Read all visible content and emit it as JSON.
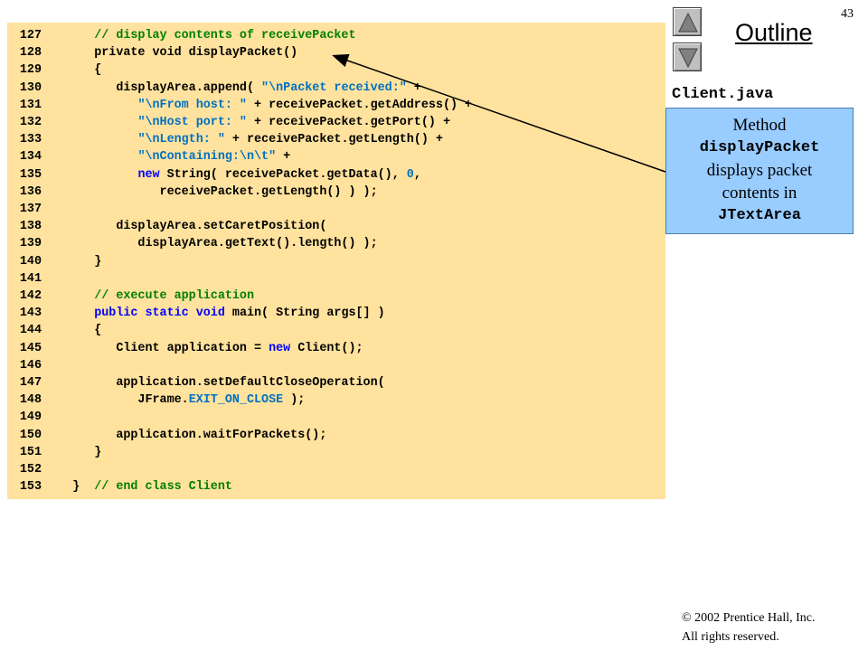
{
  "slide": {
    "number": "43",
    "outline_label": "Outline",
    "file_name": "Client.java",
    "copyright": "© 2002 Prentice Hall, Inc.",
    "rights": "All rights reserved."
  },
  "callout": {
    "line1": "Method",
    "line2": "displayPacket",
    "line3": "displays packet",
    "line4": "contents in",
    "line5": "JTextArea"
  },
  "icons": {
    "prev": "up-triangle-icon",
    "next": "down-triangle-icon"
  },
  "colors": {
    "code_background": "#ffe29e",
    "callout_background": "#99ccff",
    "comment": "#008000",
    "keyword": "#0000ff",
    "string": "#0070c0"
  },
  "code_lines": [
    {
      "num": "127",
      "tokens": [
        {
          "t": "      "
        },
        {
          "t": "// display contents of receivePacket",
          "c": "comment"
        }
      ]
    },
    {
      "num": "128",
      "tokens": [
        {
          "t": "      private void displayPacket()"
        }
      ]
    },
    {
      "num": "129",
      "tokens": [
        {
          "t": "      {"
        }
      ]
    },
    {
      "num": "130",
      "tokens": [
        {
          "t": "         displayArea.append( "
        },
        {
          "t": "\"\\nPacket received:\"",
          "c": "string"
        },
        {
          "t": " +"
        }
      ]
    },
    {
      "num": "131",
      "tokens": [
        {
          "t": "            "
        },
        {
          "t": "\"\\nFrom host: \"",
          "c": "string"
        },
        {
          "t": " + receivePacket.getAddress() +"
        }
      ]
    },
    {
      "num": "132",
      "tokens": [
        {
          "t": "            "
        },
        {
          "t": "\"\\nHost port: \"",
          "c": "string"
        },
        {
          "t": " + receivePacket.getPort() +"
        }
      ]
    },
    {
      "num": "133",
      "tokens": [
        {
          "t": "            "
        },
        {
          "t": "\"\\nLength: \"",
          "c": "string"
        },
        {
          "t": " + receivePacket.getLength() +"
        }
      ]
    },
    {
      "num": "134",
      "tokens": [
        {
          "t": "            "
        },
        {
          "t": "\"\\nContaining:\\n\\t\"",
          "c": "string"
        },
        {
          "t": " +"
        }
      ]
    },
    {
      "num": "135",
      "tokens": [
        {
          "t": "            "
        },
        {
          "t": "new",
          "c": "keyword"
        },
        {
          "t": " String( receivePacket.getData(), "
        },
        {
          "t": "0",
          "c": "number"
        },
        {
          "t": ","
        }
      ]
    },
    {
      "num": "136",
      "tokens": [
        {
          "t": "               receivePacket.getLength() ) );"
        }
      ]
    },
    {
      "num": "137",
      "tokens": [
        {
          "t": ""
        }
      ]
    },
    {
      "num": "138",
      "tokens": [
        {
          "t": "         displayArea.setCaretPosition("
        }
      ]
    },
    {
      "num": "139",
      "tokens": [
        {
          "t": "            displayArea.getText().length() );"
        }
      ]
    },
    {
      "num": "140",
      "tokens": [
        {
          "t": "      }"
        }
      ]
    },
    {
      "num": "141",
      "tokens": [
        {
          "t": ""
        }
      ]
    },
    {
      "num": "142",
      "tokens": [
        {
          "t": "      "
        },
        {
          "t": "// execute application",
          "c": "comment"
        }
      ]
    },
    {
      "num": "143",
      "tokens": [
        {
          "t": "      "
        },
        {
          "t": "public static void",
          "c": "keyword"
        },
        {
          "t": " main( String args[] )"
        }
      ]
    },
    {
      "num": "144",
      "tokens": [
        {
          "t": "      {"
        }
      ]
    },
    {
      "num": "145",
      "tokens": [
        {
          "t": "         Client application = "
        },
        {
          "t": "new",
          "c": "keyword"
        },
        {
          "t": " Client();"
        }
      ]
    },
    {
      "num": "146",
      "tokens": [
        {
          "t": ""
        }
      ]
    },
    {
      "num": "147",
      "tokens": [
        {
          "t": "         application.setDefaultCloseOperation("
        }
      ]
    },
    {
      "num": "148",
      "tokens": [
        {
          "t": "            JFrame."
        },
        {
          "t": "EXIT_ON_CLOSE",
          "c": "string"
        },
        {
          "t": " );"
        }
      ]
    },
    {
      "num": "149",
      "tokens": [
        {
          "t": ""
        }
      ]
    },
    {
      "num": "150",
      "tokens": [
        {
          "t": "         application.waitForPackets();"
        }
      ]
    },
    {
      "num": "151",
      "tokens": [
        {
          "t": "      }"
        }
      ]
    },
    {
      "num": "152",
      "tokens": [
        {
          "t": ""
        }
      ]
    },
    {
      "num": "153",
      "tokens": [
        {
          "t": "   }  "
        },
        {
          "t": "// end class Client",
          "c": "comment"
        }
      ]
    }
  ]
}
